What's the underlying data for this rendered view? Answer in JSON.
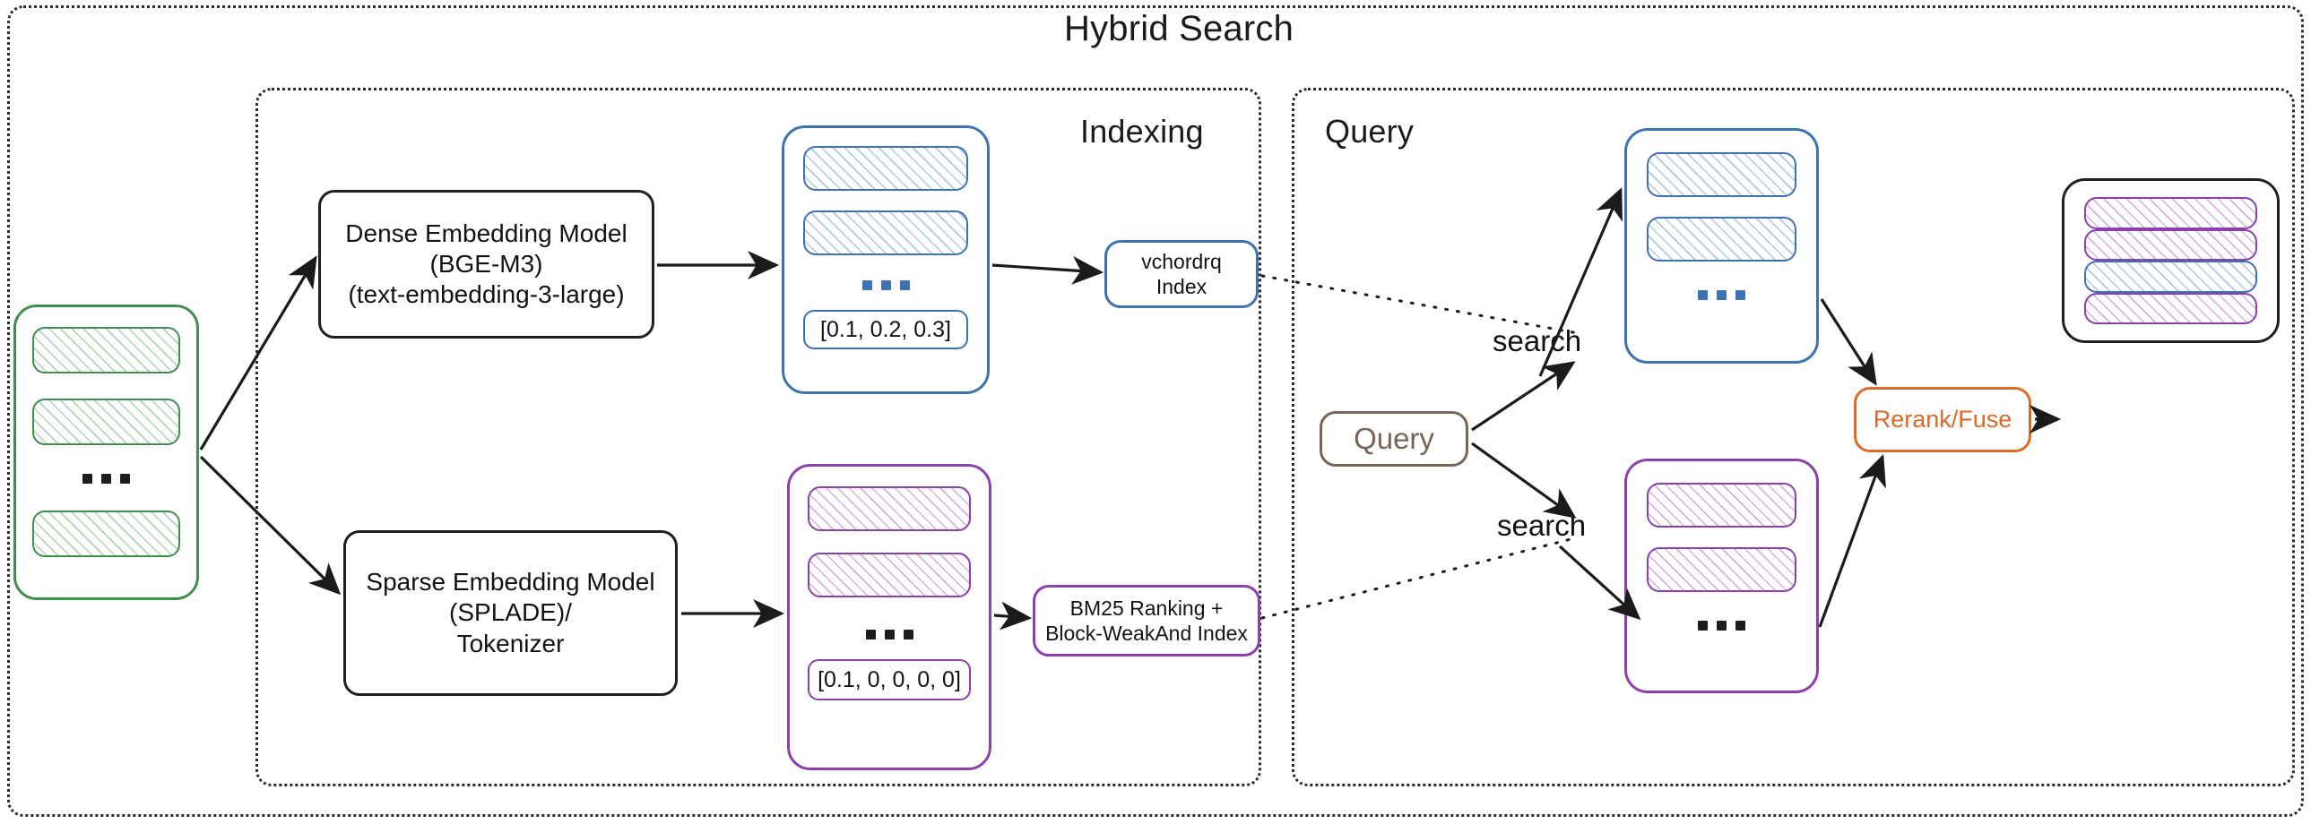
{
  "diagram": {
    "title": "Hybrid Search",
    "panels": [
      {
        "key": "outer",
        "label": "Hybrid Search"
      },
      {
        "key": "indexing",
        "label": "Indexing"
      },
      {
        "key": "query",
        "label": "Query"
      }
    ]
  },
  "colors": {
    "green": "#3f8f4f",
    "blue": "#3d72b4",
    "purple": "#8e3fae",
    "black": "#1f1f1f",
    "brown": "#7a6357",
    "orange": "#de6825",
    "dotted_border": "#2b2b2b",
    "background": "#ffffff"
  },
  "indexing": {
    "section_label": "Indexing",
    "source_documents": {
      "name": "documents-stack",
      "items": [
        "",
        ""
      ],
      "ellipsis": "...",
      "tail_items": [
        ""
      ]
    },
    "dense_model": {
      "lines": [
        "Dense Embedding Model",
        "(BGE-M3)",
        "(text-embedding-3-large)"
      ]
    },
    "sparse_model": {
      "lines": [
        "Sparse Embedding Model",
        "(SPLADE)/",
        "Tokenizer"
      ]
    },
    "dense_vectors": {
      "items": [
        "",
        ""
      ],
      "ellipsis": "...",
      "vector_value": "[0.1, 0.2, 0.3]"
    },
    "sparse_vectors": {
      "items": [
        "",
        ""
      ],
      "ellipsis": "...",
      "vector_value": "[0.1, 0, 0, 0, 0]"
    },
    "dense_index": {
      "lines": [
        "vchordrq",
        "Index"
      ]
    },
    "sparse_index": {
      "lines": [
        "BM25 Ranking +",
        "Block-WeakAnd Index"
      ]
    }
  },
  "query": {
    "section_label": "Query",
    "query_node": {
      "label": "Query"
    },
    "search_edge_top": {
      "label": "search"
    },
    "search_edge_bottom": {
      "label": "search"
    },
    "dense_results": {
      "items": [
        "",
        ""
      ],
      "ellipsis": "..."
    },
    "sparse_results": {
      "items": [
        "",
        ""
      ],
      "ellipsis": "..."
    },
    "rerank_node": {
      "label": "Rerank/Fuse"
    },
    "final_results": {
      "items": [
        {
          "color": "purple"
        },
        {
          "color": "purple"
        },
        {
          "color": "blue"
        },
        {
          "color": "purple"
        }
      ]
    }
  }
}
